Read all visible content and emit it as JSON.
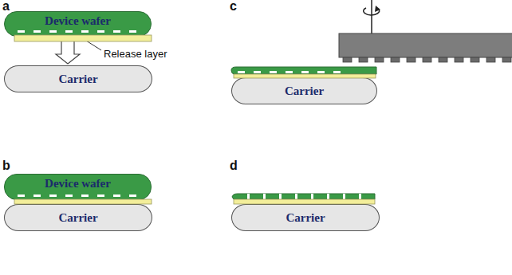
{
  "diagram": {
    "nodes": [
      {
        "text": [
          "Device wafer"
        ]
      },
      {
        "text": [
          "Carrier"
        ]
      },
      {
        "text": [
          "Carrier"
        ]
      },
      {
        "text": [
          "Device wafer"
        ]
      },
      {
        "text": [
          "Carrier"
        ]
      },
      {
        "text": [
          "Carrier"
        ]
      }
    ],
    "edges": [
      {
        "from": 0,
        "to": 1,
        "arrow": "to"
      }
    ],
    "labels": [
      "a",
      "c",
      "b",
      "d",
      "Release layer"
    ]
  }
}
